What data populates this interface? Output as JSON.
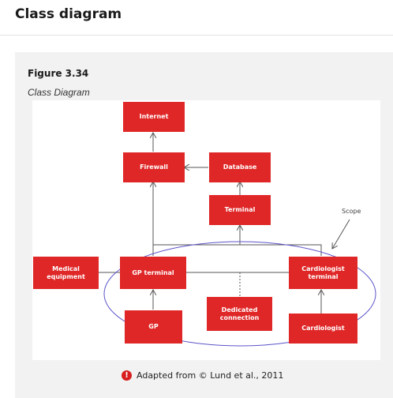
{
  "page": {
    "title": "Class diagram"
  },
  "figure": {
    "label": "Figure 3.34",
    "caption": "Class Diagram",
    "attribution": "Adapted from © Lund et al., 2011",
    "attribution_icon": "exclamation-circle-icon"
  },
  "diagram": {
    "nodes": {
      "internet": "Internet",
      "firewall": "Firewall",
      "database": "Database",
      "terminal": "Terminal",
      "medical_equipment": "Medical equipment",
      "gp_terminal": "GP terminal",
      "cardiologist_terminal": "Cardiologist terminal",
      "gp": "GP",
      "dedicated_connection": "Dedicated connection",
      "cardiologist": "Cardiologist"
    },
    "scope_label": "Scope"
  },
  "colors": {
    "node_fill": "#e02727",
    "scope_ellipse": "#5b55c9",
    "panel_bg": "#f2f2f2"
  }
}
